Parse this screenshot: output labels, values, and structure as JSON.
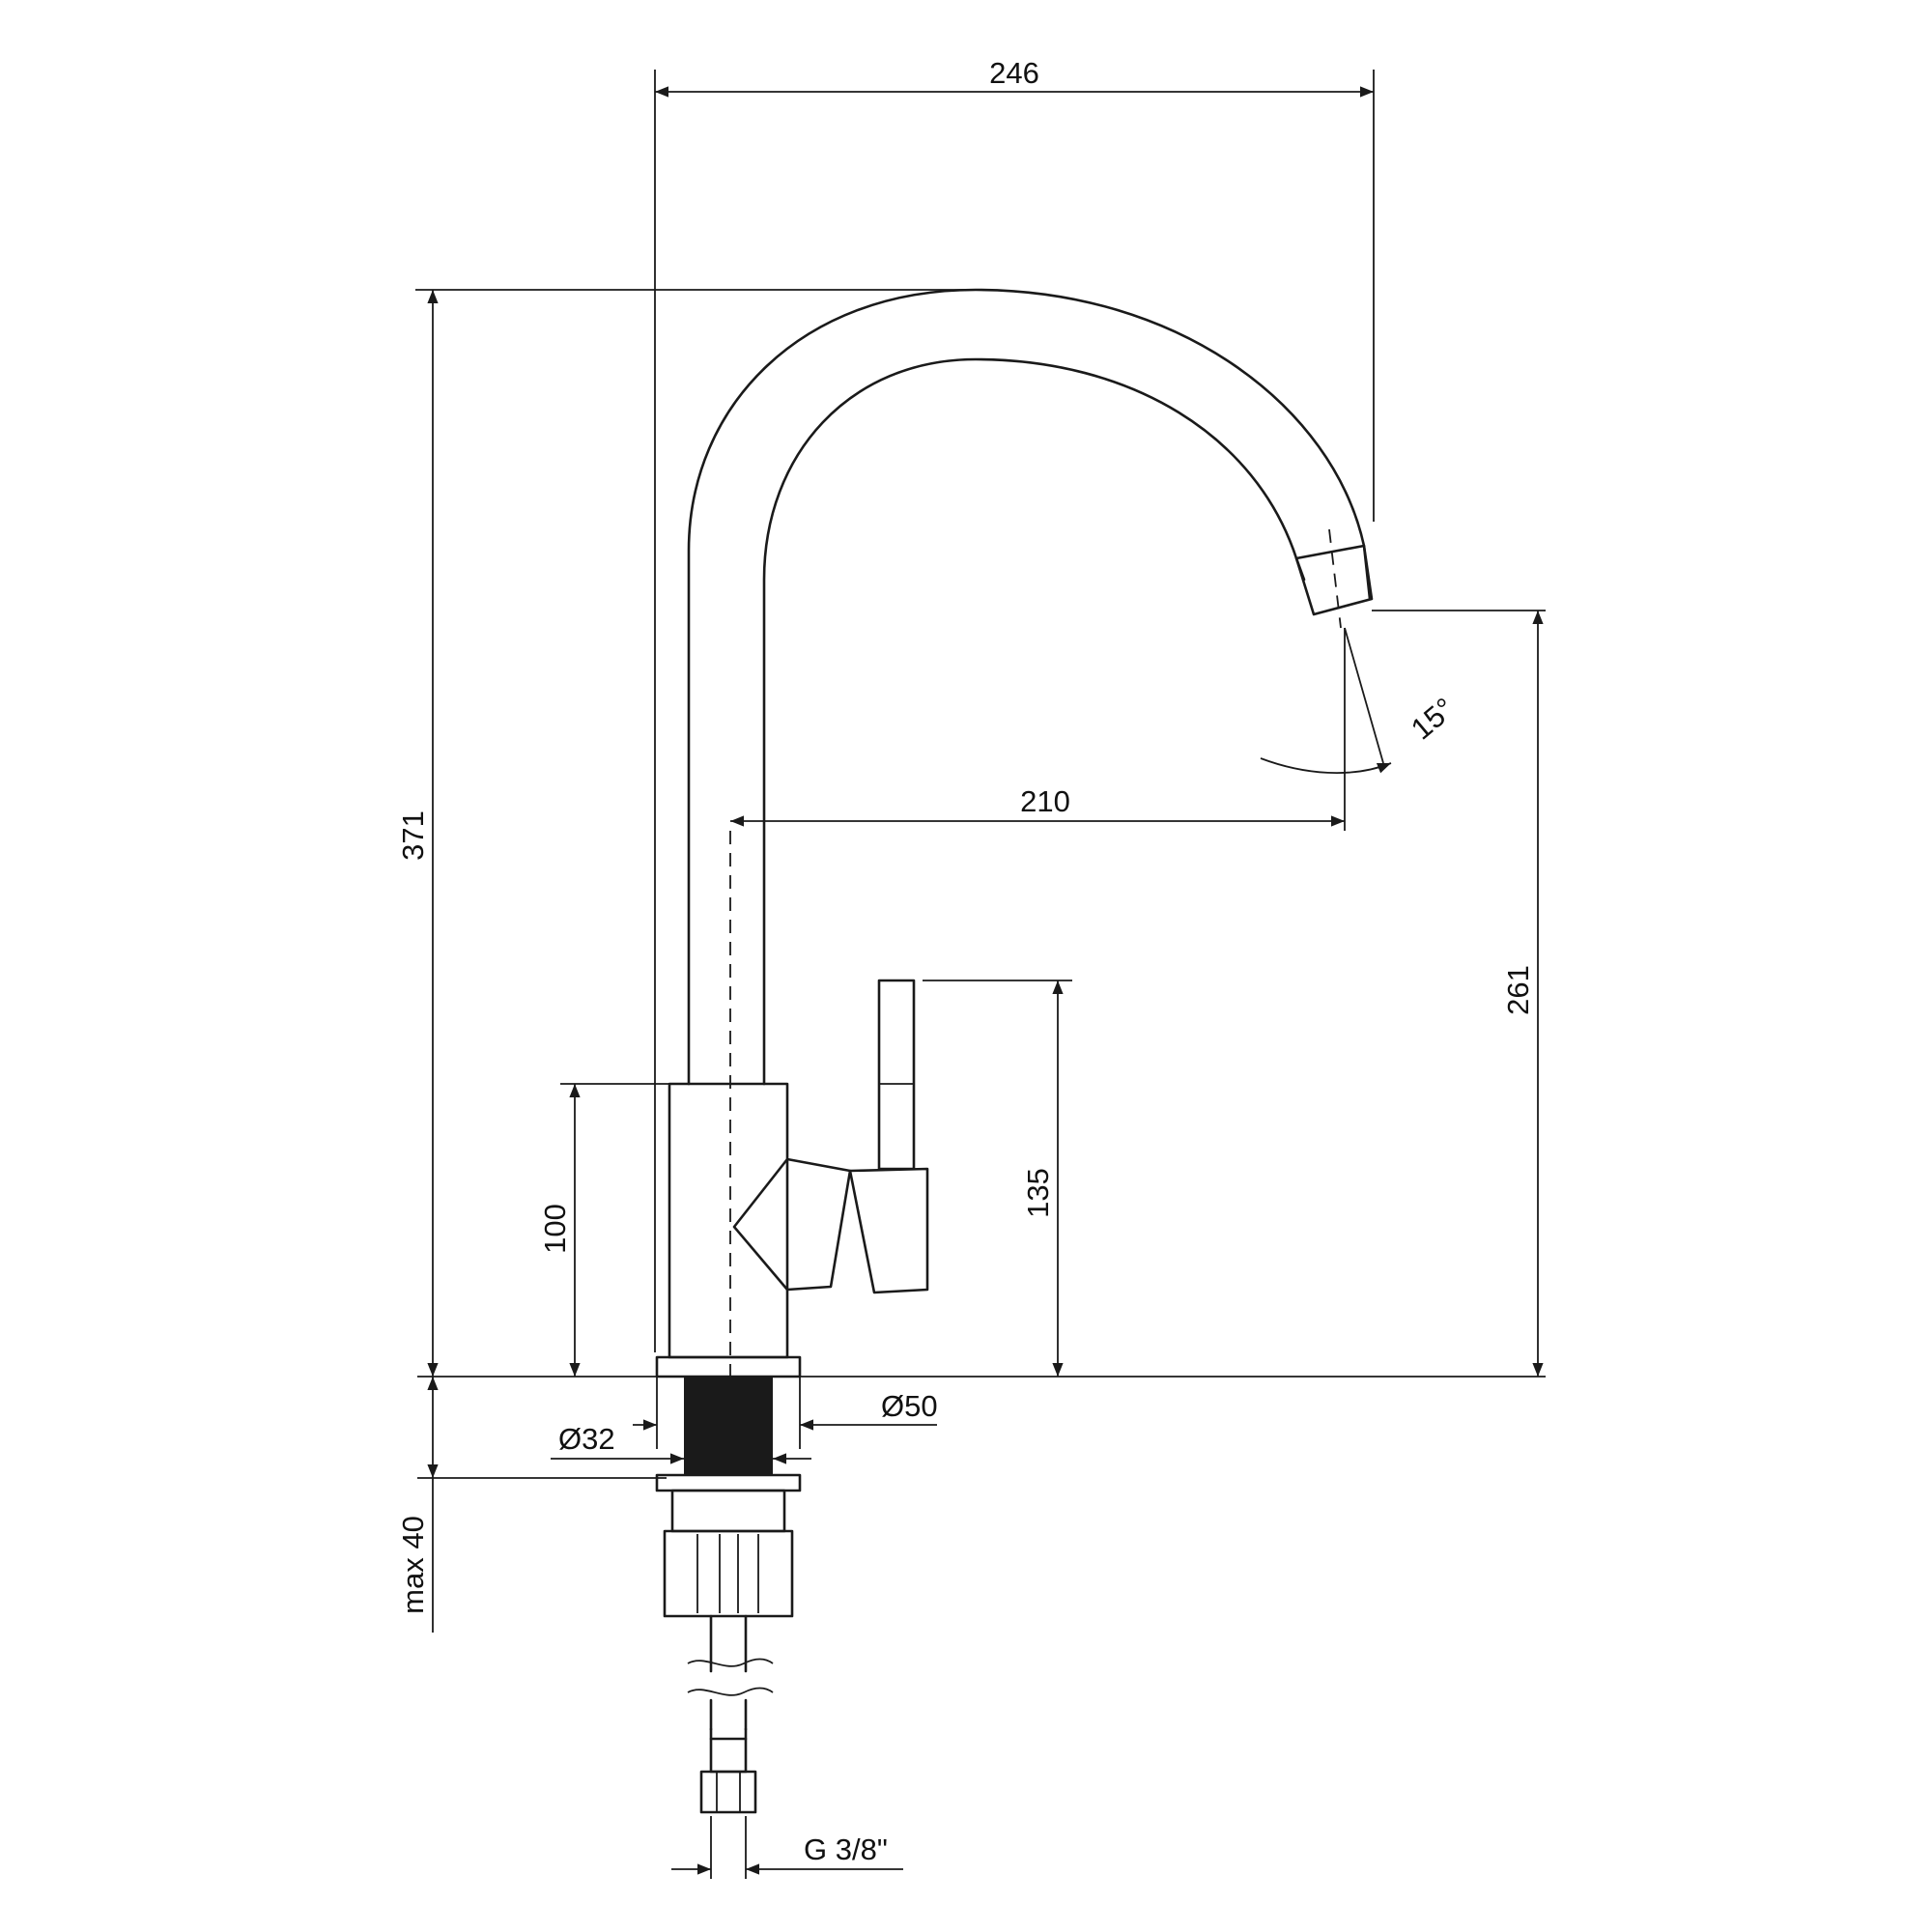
{
  "dimensions": {
    "overall_reach": "246",
    "total_height": "371",
    "spout_reach": "210",
    "spout_angle": "15°",
    "outlet_height": "261",
    "handle_height": "135",
    "body_height": "100",
    "base_diameter": "Ø50",
    "hole_diameter": "Ø32",
    "max_counter_thickness": "max 40",
    "thread": "G 3/8\""
  },
  "colors": {
    "line": "#1a1a1a",
    "background": "#ffffff"
  }
}
